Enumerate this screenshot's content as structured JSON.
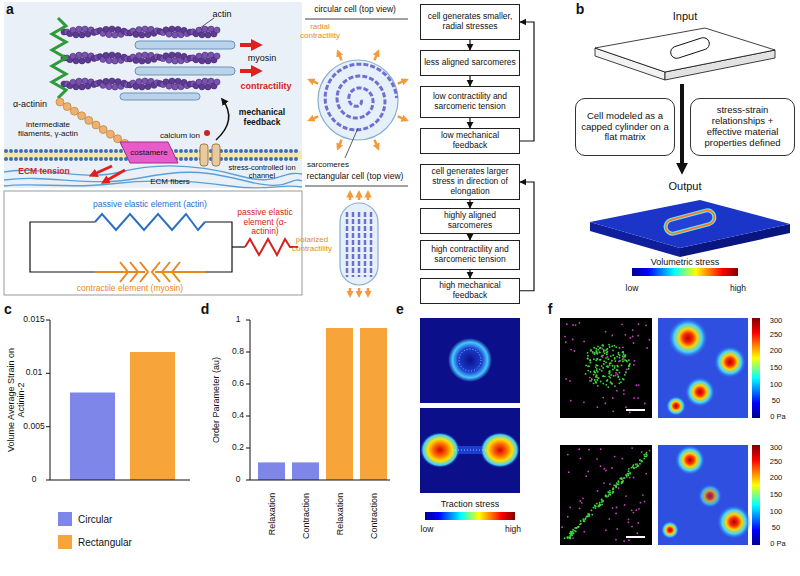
{
  "diagram": {
    "nodes": [
      {
        "text": [
          "cell generates smaller, radial stresses"
        ]
      },
      {
        "text": [
          "less aligned sarcomeres"
        ]
      },
      {
        "text": [
          "low contractility and sarcomeric tension"
        ]
      },
      {
        "text": [
          "low mechanical feedback"
        ]
      },
      {
        "text": [
          "cell generates larger stress in direction of elongation"
        ]
      },
      {
        "text": [
          "highly aligned sarcomeres"
        ]
      },
      {
        "text": [
          "high contractility and sarcomeric tension"
        ]
      },
      {
        "text": [
          "high mechanical feedback"
        ]
      },
      {
        "text": [
          "Cell modeled as a capped cylinder on a flat matrix"
        ]
      },
      {
        "text": [
          "stress-strain relationships + effective material properties defined"
        ]
      }
    ],
    "edges": [
      {
        "from": 0,
        "to": 1,
        "arrow": "to"
      },
      {
        "from": 1,
        "to": 2,
        "arrow": "to"
      },
      {
        "from": 2,
        "to": 3,
        "arrow": "to"
      },
      {
        "from": 3,
        "to": 0,
        "arrow": "to"
      },
      {
        "from": 4,
        "to": 5,
        "arrow": "to"
      },
      {
        "from": 5,
        "to": 6,
        "arrow": "to"
      },
      {
        "from": 6,
        "to": 7,
        "arrow": "to"
      },
      {
        "from": 7,
        "to": 4,
        "arrow": "to"
      }
    ],
    "labels": [
      "a",
      "actin",
      "myosin",
      "contractility",
      "α-actinin",
      "intermediate filaments, γ-actin",
      "calcium ion",
      "mechanical feedback",
      "costamere",
      "ECM tension",
      "stress-controlled ion channel",
      "ECM fibers",
      "passive elastic element (actin)",
      "passive elastic element (α-actinin)",
      "contractile element (myosin)",
      "circular cell (top view)",
      "radial contractility",
      "sarcomeres",
      "rectangular cell (top view)",
      "polarized contractility",
      "b",
      "Input",
      "Output",
      "Volumetric stress",
      "low",
      "high",
      "c",
      "Volume Average Strain on Actinin-2",
      "0.015",
      "0.01",
      "0.005",
      "0",
      "d",
      "Order Parameter (au)",
      "1",
      "0.8",
      "0.6",
      "0.4",
      "0.2",
      "0",
      "Relaxation",
      "Contraction",
      "Relaxation",
      "Contraction",
      "e",
      "Traction stress",
      "low",
      "high",
      "f",
      "300",
      "250",
      "200",
      "150",
      "100",
      "50",
      "0 Pa",
      "300",
      "250",
      "200",
      "150",
      "100",
      "50",
      "0 Pa"
    ],
    "legend": [
      {
        "text": "Circular",
        "color": "#7f86ea"
      },
      {
        "text": "Rectangular",
        "color": "#f7a43b"
      }
    ]
  }
}
